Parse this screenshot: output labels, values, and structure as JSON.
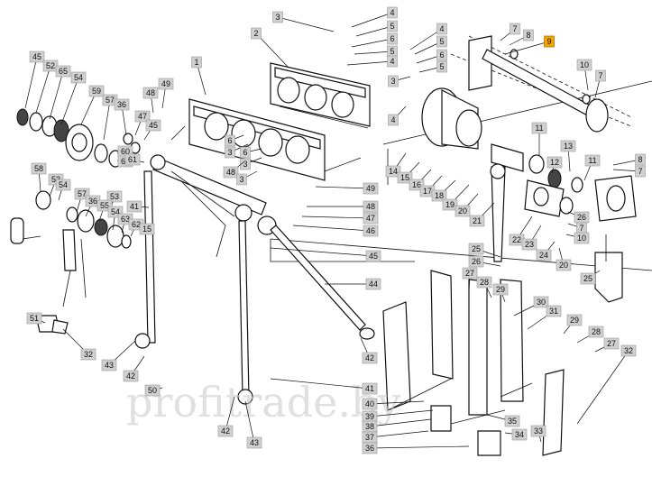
{
  "watermark": "profitrade.by",
  "highlight_color": "#f0a500",
  "label_box_color": "#d0d0d0",
  "callouts": [
    {
      "id": "c-3a",
      "text": "3"
    },
    {
      "id": "c-4a",
      "text": "4"
    },
    {
      "id": "c-5a",
      "text": "5"
    },
    {
      "id": "c-6a",
      "text": "6"
    },
    {
      "id": "c-5b",
      "text": "5"
    },
    {
      "id": "c-4b",
      "text": "4"
    },
    {
      "id": "c-2",
      "text": "2"
    },
    {
      "id": "c-4c",
      "text": "4"
    },
    {
      "id": "c-5c",
      "text": "5"
    },
    {
      "id": "c-6c",
      "text": "6"
    },
    {
      "id": "c-5d",
      "text": "5"
    },
    {
      "id": "c-3b",
      "text": "3"
    },
    {
      "id": "c-4d",
      "text": "4"
    },
    {
      "id": "c-7a",
      "text": "7"
    },
    {
      "id": "c-8a",
      "text": "8"
    },
    {
      "id": "c-9",
      "text": "9",
      "highlight": true
    },
    {
      "id": "c-10a",
      "text": "10"
    },
    {
      "id": "c-7b",
      "text": "7"
    },
    {
      "id": "c-45a",
      "text": "45"
    },
    {
      "id": "c-52a",
      "text": "52"
    },
    {
      "id": "c-65",
      "text": "65"
    },
    {
      "id": "c-54a",
      "text": "54"
    },
    {
      "id": "c-1",
      "text": "1"
    },
    {
      "id": "c-49a",
      "text": "49"
    },
    {
      "id": "c-48a",
      "text": "48"
    },
    {
      "id": "c-59",
      "text": "59"
    },
    {
      "id": "c-57a",
      "text": "57"
    },
    {
      "id": "c-36a",
      "text": "36"
    },
    {
      "id": "c-47a",
      "text": "47"
    },
    {
      "id": "c-45b",
      "text": "45"
    },
    {
      "id": "c-6d",
      "text": "6"
    },
    {
      "id": "c-3c",
      "text": "3"
    },
    {
      "id": "c-6e",
      "text": "6"
    },
    {
      "id": "c-3d",
      "text": "3"
    },
    {
      "id": "c-48b",
      "text": "48"
    },
    {
      "id": "c-3e",
      "text": "3"
    },
    {
      "id": "c-60",
      "text": "60"
    },
    {
      "id": "c-63a",
      "text": "63"
    },
    {
      "id": "c-61",
      "text": "61"
    },
    {
      "id": "c-14",
      "text": "14"
    },
    {
      "id": "c-15",
      "text": "15"
    },
    {
      "id": "c-16",
      "text": "16"
    },
    {
      "id": "c-17",
      "text": "17"
    },
    {
      "id": "c-18",
      "text": "18"
    },
    {
      "id": "c-19",
      "text": "19"
    },
    {
      "id": "c-20a",
      "text": "20"
    },
    {
      "id": "c-21",
      "text": "21"
    },
    {
      "id": "c-11a",
      "text": "11"
    },
    {
      "id": "c-12",
      "text": "12"
    },
    {
      "id": "c-13",
      "text": "13"
    },
    {
      "id": "c-11b",
      "text": "11"
    },
    {
      "id": "c-8b",
      "text": "8"
    },
    {
      "id": "c-7c",
      "text": "7"
    },
    {
      "id": "c-58",
      "text": "58"
    },
    {
      "id": "c-53a",
      "text": "53"
    },
    {
      "id": "c-54b",
      "text": "54"
    },
    {
      "id": "c-53b",
      "text": "53"
    },
    {
      "id": "c-57b",
      "text": "57"
    },
    {
      "id": "c-36b",
      "text": "36"
    },
    {
      "id": "c-55",
      "text": "55"
    },
    {
      "id": "c-54c",
      "text": "54"
    },
    {
      "id": "c-63b",
      "text": "63"
    },
    {
      "id": "c-62",
      "text": "62"
    },
    {
      "id": "c-41a",
      "text": "41"
    },
    {
      "id": "c-15b",
      "text": "15"
    },
    {
      "id": "c-49b",
      "text": "49"
    },
    {
      "id": "c-48c",
      "text": "48"
    },
    {
      "id": "c-47b",
      "text": "47"
    },
    {
      "id": "c-46",
      "text": "46"
    },
    {
      "id": "c-45c",
      "text": "45"
    },
    {
      "id": "c-44",
      "text": "44"
    },
    {
      "id": "c-22",
      "text": "22"
    },
    {
      "id": "c-23",
      "text": "23"
    },
    {
      "id": "c-24",
      "text": "24"
    },
    {
      "id": "c-20b",
      "text": "20"
    },
    {
      "id": "c-26a",
      "text": "26"
    },
    {
      "id": "c-7d",
      "text": "7"
    },
    {
      "id": "c-10b",
      "text": "10"
    },
    {
      "id": "c-25a",
      "text": "25"
    },
    {
      "id": "c-26b",
      "text": "26"
    },
    {
      "id": "c-25b",
      "text": "25"
    },
    {
      "id": "c-27a",
      "text": "27"
    },
    {
      "id": "c-28a",
      "text": "28"
    },
    {
      "id": "c-29a",
      "text": "29"
    },
    {
      "id": "c-30",
      "text": "30"
    },
    {
      "id": "c-31",
      "text": "31"
    },
    {
      "id": "c-29b",
      "text": "29"
    },
    {
      "id": "c-28b",
      "text": "28"
    },
    {
      "id": "c-27b",
      "text": "27"
    },
    {
      "id": "c-32a",
      "text": "32"
    },
    {
      "id": "c-51",
      "text": "51"
    },
    {
      "id": "c-32b",
      "text": "32"
    },
    {
      "id": "c-43a",
      "text": "43"
    },
    {
      "id": "c-42a",
      "text": "42"
    },
    {
      "id": "c-42b",
      "text": "42"
    },
    {
      "id": "c-43b",
      "text": "43"
    },
    {
      "id": "c-50",
      "text": "50"
    },
    {
      "id": "c-41b",
      "text": "41"
    },
    {
      "id": "c-40",
      "text": "40"
    },
    {
      "id": "c-39",
      "text": "39"
    },
    {
      "id": "c-38",
      "text": "38"
    },
    {
      "id": "c-37",
      "text": "37"
    },
    {
      "id": "c-36c",
      "text": "36"
    },
    {
      "id": "c-35",
      "text": "35"
    },
    {
      "id": "c-34",
      "text": "34"
    },
    {
      "id": "c-33",
      "text": "33"
    },
    {
      "id": "c-42c",
      "text": "42"
    },
    {
      "id": "c-43c",
      "text": "43"
    }
  ]
}
